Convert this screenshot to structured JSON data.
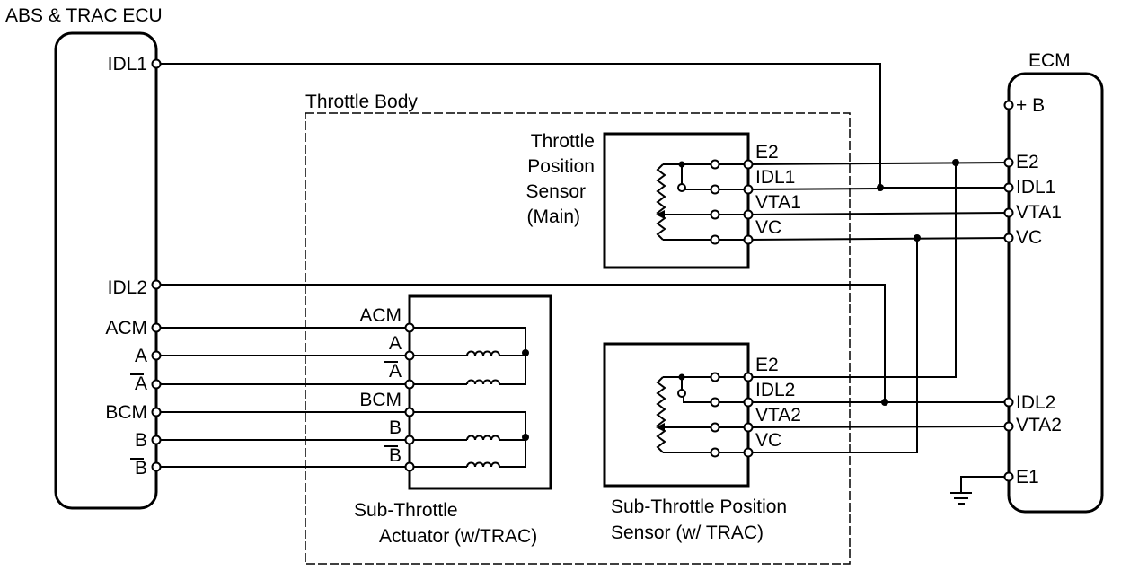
{
  "abs_ecu": {
    "title": "ABS & TRAC ECU",
    "pins": {
      "idl1": "IDL1",
      "idl2": "IDL2",
      "acm": "ACM",
      "a": "A",
      "a_bar": "A",
      "bcm": "BCM",
      "b": "B",
      "b_bar": "B"
    }
  },
  "throttle_body": {
    "title": "Throttle Body"
  },
  "tps_main": {
    "title_lines": [
      "Throttle",
      "Position",
      "Sensor",
      "(Main)"
    ],
    "pins": {
      "e2": "E2",
      "idl1": "IDL1",
      "vta1": "VTA1",
      "vc": "VC"
    }
  },
  "sub_actuator": {
    "pins": {
      "acm": "ACM",
      "a": "A",
      "a_bar": "A",
      "bcm": "BCM",
      "b": "B",
      "b_bar": "B"
    },
    "caption_lines": [
      "Sub-Throttle",
      "Actuator (w/TRAC)"
    ]
  },
  "sub_tps": {
    "pins": {
      "e2": "E2",
      "idl2": "IDL2",
      "vta2": "VTA2",
      "vc": "VC"
    },
    "caption_lines": [
      "Sub-Throttle Position",
      "Sensor (w/ TRAC)"
    ]
  },
  "ecm": {
    "title": "ECM",
    "pins": {
      "plus_b": "+ B",
      "e2": "E2",
      "idl1": "IDL1",
      "vta1": "VTA1",
      "vc": "VC",
      "idl2": "IDL2",
      "vta2": "VTA2",
      "e1": "E1"
    }
  }
}
